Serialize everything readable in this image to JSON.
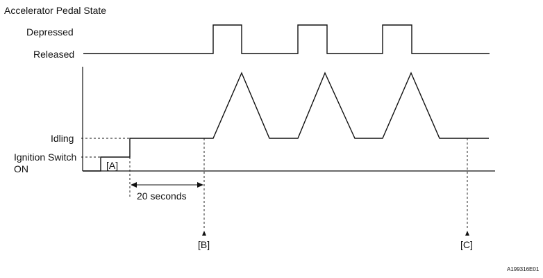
{
  "title": "Accelerator Pedal State",
  "labels": {
    "depressed": "Depressed",
    "released": "Released",
    "idling": "Idling",
    "ignition_line1": "Ignition Switch",
    "ignition_line2": "ON",
    "marker_a": "[A]",
    "marker_b": "[B]",
    "marker_c": "[C]",
    "duration": "20 seconds",
    "figure_id": "A199316E01"
  }
}
